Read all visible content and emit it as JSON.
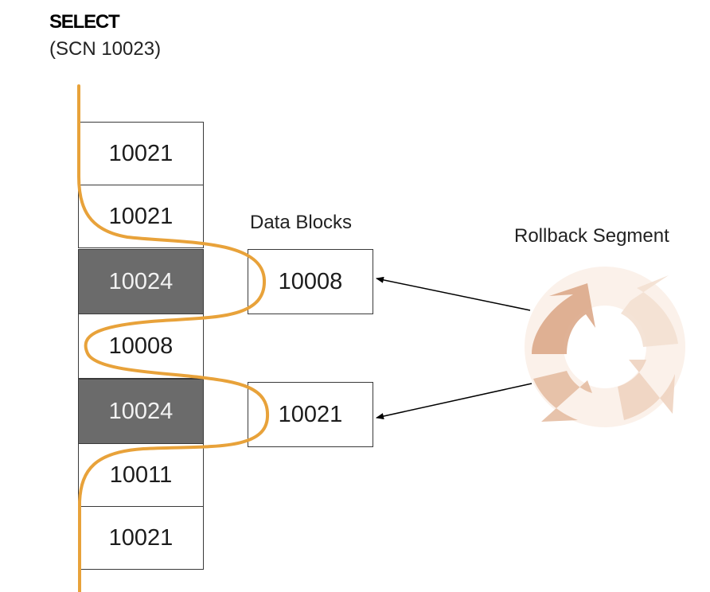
{
  "query": {
    "title": "SELECT",
    "scn": "(SCN 10023)"
  },
  "table_column": {
    "cells": [
      {
        "value": "10021",
        "dark": false
      },
      {
        "value": "10021",
        "dark": false
      },
      {
        "value": "10024",
        "dark": true
      },
      {
        "value": "10008",
        "dark": false
      },
      {
        "value": "10024",
        "dark": true
      },
      {
        "value": "10011",
        "dark": false
      },
      {
        "value": "10021",
        "dark": false
      }
    ]
  },
  "data_blocks": {
    "label": "Data Blocks",
    "blocks": [
      {
        "value": "10008"
      },
      {
        "value": "10021"
      }
    ]
  },
  "rollback_segment": {
    "label": "Rollback Segment",
    "icon": "cycle-arrows-icon"
  },
  "colors": {
    "read_path": "#e8a23a",
    "dark_cell": "#6b6b6b",
    "rollback_tint": "#e9c2a6"
  }
}
